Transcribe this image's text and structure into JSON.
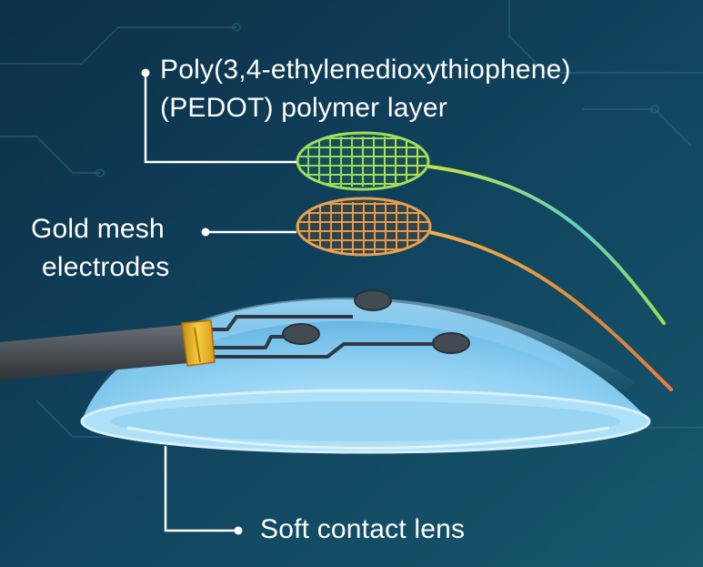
{
  "labels": {
    "pedot_line1": "Poly(3,4-ethylenedioxythiophene)",
    "pedot_line2": "(PEDOT) polymer layer",
    "gold_line1": "Gold mesh",
    "gold_line2": "electrodes",
    "lens": "Soft contact lens"
  },
  "colors": {
    "background_top": "#0d3550",
    "background_bottom": "#13536a",
    "pedot_mesh": "#8fd96a",
    "gold_mesh": "#e79a4a",
    "lens_fill": "#8fd0f2",
    "cable": "#4a4f54",
    "connector": "#e8b830",
    "leader_line": "#ffffff"
  }
}
